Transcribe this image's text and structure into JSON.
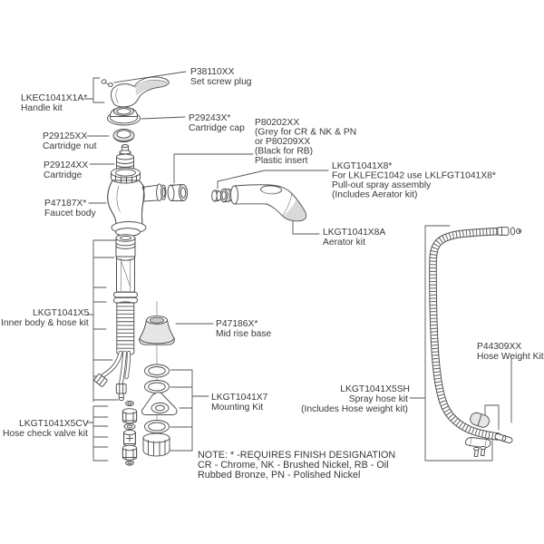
{
  "colors": {
    "line": "#4f4f4f",
    "leader": "#555555",
    "text": "#383838",
    "background": "#ffffff",
    "shade": "#e6e6e6"
  },
  "note": {
    "line1": "NOTE: * -REQUIRES FINISH DESIGNATION",
    "line2": "CR - Chrome, NK - Brushed Nickel, RB - Oil",
    "line3": "Rubbed Bronze, PN - Polished Nickel"
  },
  "labels": {
    "set_screw_plug": {
      "part": "P38110XX",
      "desc": "Set screw plug"
    },
    "handle_kit": {
      "part": "LKEC1041X1A*",
      "desc": "Handle kit"
    },
    "cartridge_cap": {
      "part": "P29243X*",
      "desc": "Cartridge cap"
    },
    "plastic_insert": {
      "line1": "P80202XX",
      "line2": "(Grey for CR & NK & PN",
      "line3": "or P80209XX",
      "line4": "(Black for RB)",
      "line5": "Plastic insert"
    },
    "cartridge_nut": {
      "part": "P29125XX",
      "desc": "Cartridge nut"
    },
    "cartridge": {
      "part": "P29124XX",
      "desc": "Cartridge"
    },
    "pullout_spray_assembly": {
      "line1": "LKGT1041X8*",
      "line2": "For LKLFEC1042 use LKLFGT1041X8*",
      "line3": "Pull-out spray assembly",
      "line4": "(Includes Aerator kit)"
    },
    "faucet_body": {
      "part": "P47187X*",
      "desc": "Faucet body"
    },
    "aerator_kit": {
      "part": "LKGT1041X8A",
      "desc": "Aerator kit"
    },
    "inner_body_hose_kit": {
      "part": "LKGT1041X5",
      "desc": "Inner body & hose kit"
    },
    "mid_rise_base": {
      "part": "P47186X*",
      "desc": "Mid rise base"
    },
    "hose_weight_kit": {
      "part": "P44309XX",
      "desc": "Hose Weight Kit"
    },
    "spray_hose_kit": {
      "line1": "LKGT1041X5SH",
      "line2": "Spray hose kit",
      "line3": "(Includes Hose weight kit)"
    },
    "mounting_kit": {
      "part": "LKGT1041X7",
      "desc": "Mounting Kit"
    },
    "hose_check_valve_kit": {
      "part": "LKGT1041X5CV",
      "desc": "Hose check valve kit"
    }
  }
}
